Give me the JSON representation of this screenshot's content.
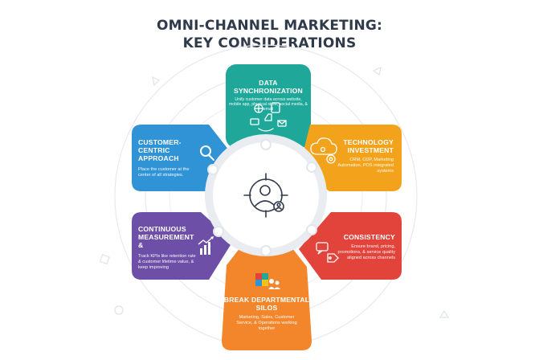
{
  "title_line1": "OMNI-CHANNEL MARKETING:",
  "title_line2": "KEY CONSIDERATIONS",
  "segments": {
    "data_sync": {
      "title": "DATA SYNCHRONIZATION",
      "desc": "Unify customer data across website, mobile app, physical store, social media, & email",
      "color": "#1fa89a"
    },
    "technology": {
      "title_line1": "TECHNOLOGY",
      "title_line2": "INVESTMENT",
      "desc": "CRM, CDP, Marketing Automation, POS integrated systems",
      "color": "#f2a31b"
    },
    "consistency": {
      "title": "CONSISTENCY",
      "desc": "Ensure brand, pricing, promotions, & service quality aligned across channels",
      "color": "#e2433b"
    },
    "silos": {
      "title": "BREAK DEPARTMENTAL SILOS",
      "desc": "Marketing, Sales, Customer Service, & Operations working together",
      "color": "#f3862a"
    },
    "measurement": {
      "title_line1": "CONTINUOUS",
      "title_line2": "MEASUREMENT &",
      "desc": "Track KPIs like retention rate & customer lifetime value, & keep improving",
      "color": "#6e4fa8"
    },
    "customer": {
      "title_line1": "CUSTOMER-CENTRIC",
      "title_line2": "APPROACH",
      "desc": "Place the customer at the center of all strategies.",
      "color": "#2f93d6"
    }
  },
  "icons": {
    "center": "customer-target-icon",
    "data_sync": "channels-network-icon",
    "technology": "cloud-gears-icon",
    "consistency": "chat-tag-icon",
    "silos": "puzzle-team-icon",
    "measurement": "growth-chart-icon",
    "customer": "magnifier-icon"
  }
}
